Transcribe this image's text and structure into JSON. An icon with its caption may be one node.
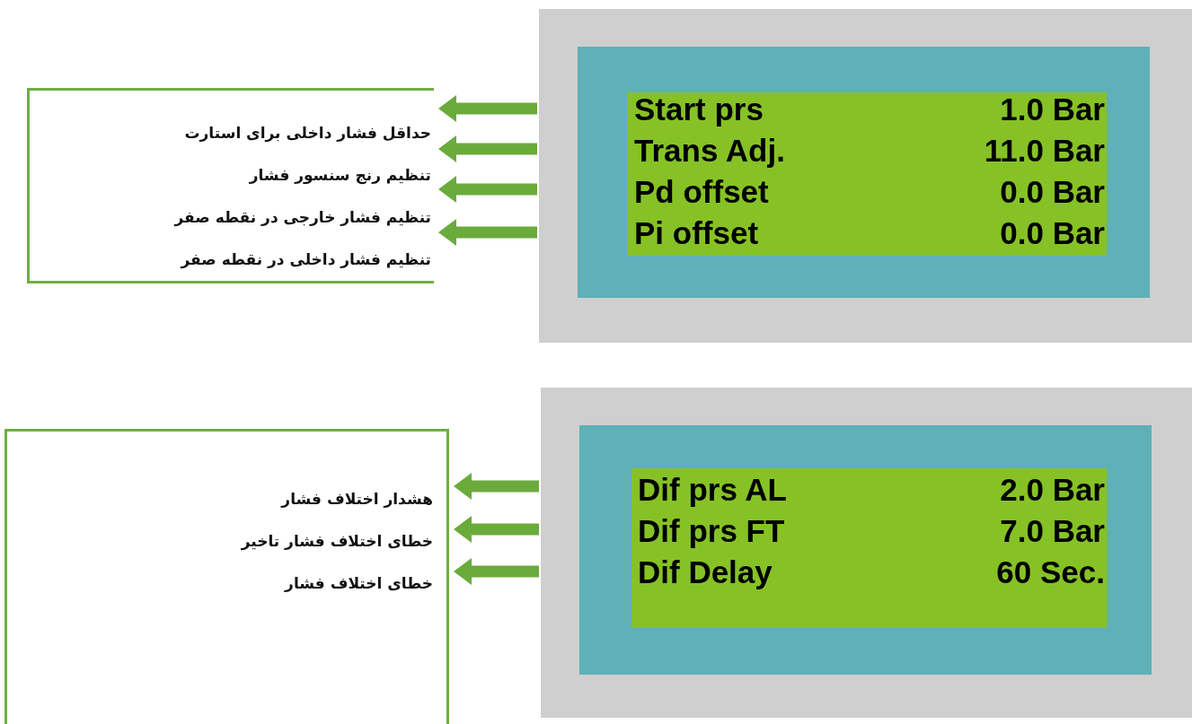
{
  "diagram": {
    "nodes": [
      {
        "text": [
          "حداقل فشار داخلی برای استارت",
          "تنظیم رنج سنسور فشار",
          "تنظیم فشار خارجی در نقطه صفر",
          "تنظیم فشار داخلی در نقطه صفر"
        ]
      },
      {
        "text": [],
        "shape": "box"
      },
      {
        "text": [],
        "shape": "box",
        "in": 1
      },
      {
        "text": [
          "Start prs",
          "1.0 Bar",
          "Trans Adj.",
          "11.0 Bar",
          "Pd offset",
          "0.0 Bar",
          "Pi offset",
          "0.0 Bar"
        ],
        "in": 2
      },
      {
        "text": [
          "هشدار اختلاف فشار",
          "خطای اختلاف فشار تاخیر",
          "خطای اختلاف فشار"
        ]
      },
      {
        "text": [],
        "shape": "box"
      },
      {
        "text": [],
        "shape": "box",
        "in": 5
      },
      {
        "text": [
          "Dif prs AL",
          "2.0 Bar",
          "Dif prs FT",
          "7.0 Bar",
          "Dif Delay",
          "60 Sec."
        ],
        "in": 6
      }
    ],
    "edges": [
      {
        "from": 1,
        "to": 0,
        "arrow": "to"
      },
      {
        "from": 1,
        "to": 0,
        "arrow": "to"
      },
      {
        "from": 1,
        "to": 0,
        "arrow": "to"
      },
      {
        "from": 1,
        "to": 0,
        "arrow": "to"
      },
      {
        "from": 5,
        "to": 4,
        "arrow": "to"
      },
      {
        "from": 5,
        "to": 4,
        "arrow": "to"
      },
      {
        "from": 5,
        "to": 4,
        "arrow": "to"
      }
    ]
  }
}
